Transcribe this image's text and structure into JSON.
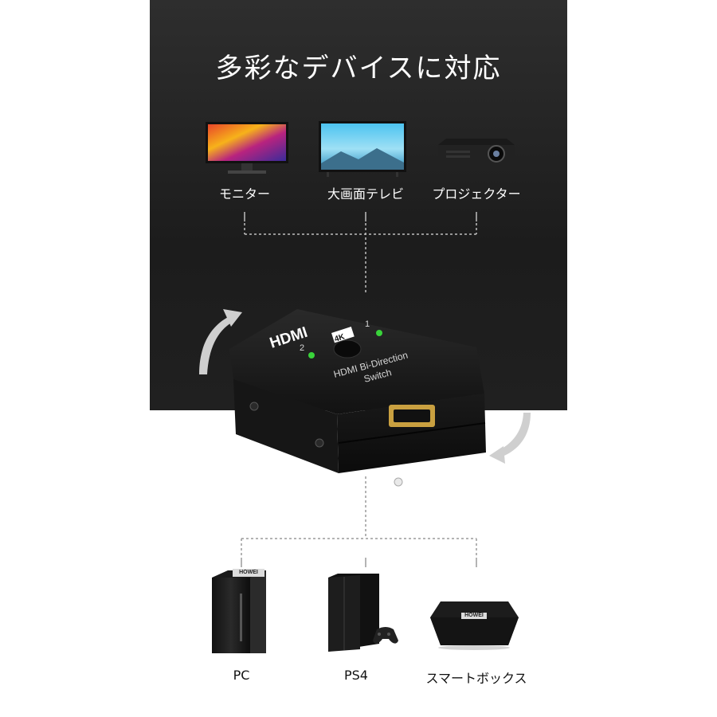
{
  "headline": "多彩なデバイスに対応",
  "outputs": [
    {
      "label": "モニター",
      "icon": "monitor-icon"
    },
    {
      "label": "大画面テレビ",
      "icon": "tv-icon"
    },
    {
      "label": "プロジェクター",
      "icon": "projector-icon"
    }
  ],
  "switch": {
    "brand": "HDMI",
    "badge": "4K",
    "model_line1": "HDMI Bi-Direction",
    "model_line2": "Switch",
    "port1": "1",
    "port2": "2"
  },
  "inputs": [
    {
      "label": "PC",
      "icon": "pc-tower-icon",
      "brand": "HOWEI"
    },
    {
      "label": "PS4",
      "icon": "ps4-console-icon"
    },
    {
      "label": "スマートボックス",
      "icon": "smart-box-icon",
      "brand": "HOWEI"
    }
  ],
  "colors": {
    "dark_bg": "#1f1f1f",
    "led": "#39d33a",
    "hdmi_port": "#c9a040"
  }
}
